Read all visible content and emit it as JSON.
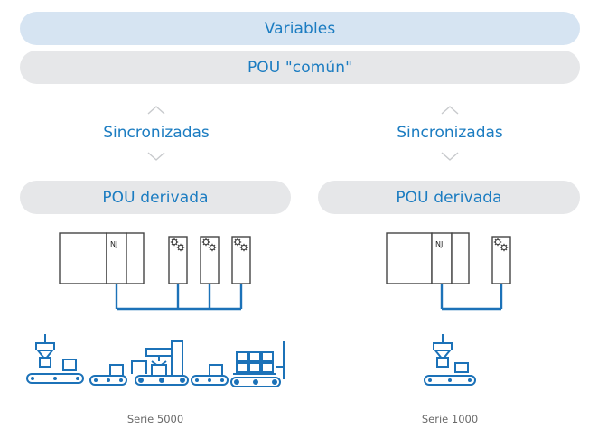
{
  "header": {
    "variables_label": "Variables",
    "common_pou_label": "POU \"común\""
  },
  "left_branch": {
    "sync_label": "Sincronizadas",
    "pou_label": "POU derivada",
    "controller_label": "NJ",
    "caption": "Serie 5000"
  },
  "right_branch": {
    "sync_label": "Sincronizadas",
    "pou_label": "POU derivada",
    "controller_label": "NJ",
    "caption": "Serie 1000"
  },
  "colors": {
    "accent_blue": "#1b7cc1",
    "bar_blue": "#d6e4f2",
    "bar_grey": "#e6e7e9",
    "line_blue": "#1c72b8"
  }
}
